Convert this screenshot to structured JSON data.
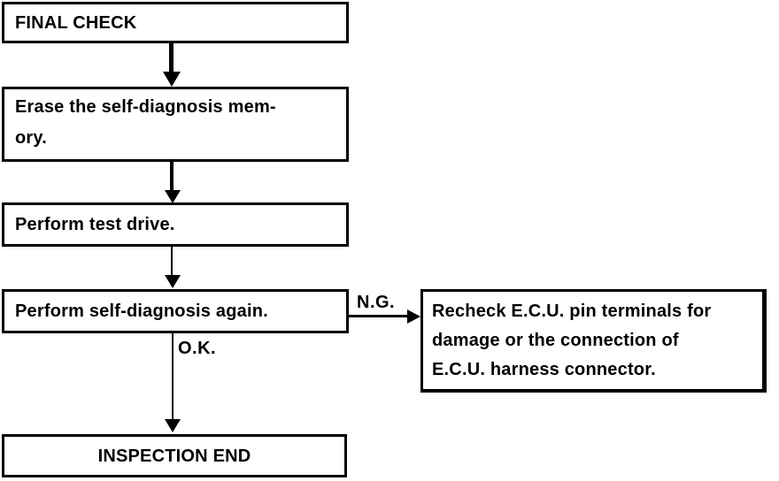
{
  "diagram": {
    "type": "flowchart",
    "background_color": "#ffffff",
    "line_color": "#000000",
    "text_color": "#000000",
    "nodes": {
      "final_check": {
        "label": "FINAL CHECK"
      },
      "erase_memory": {
        "line1": "Erase the self-diagnosis mem-",
        "line2": "ory."
      },
      "test_drive": {
        "label": "Perform test drive."
      },
      "self_diagnosis": {
        "label": "Perform self-diagnosis again."
      },
      "recheck_ecu": {
        "line1": "Recheck E.C.U. pin terminals for",
        "line2": "damage or the connection of",
        "line3": "E.C.U. harness connector."
      },
      "inspection_end": {
        "label": "INSPECTION END"
      }
    },
    "edges": {
      "ng_label": "N.G.",
      "ok_label": "O.K."
    }
  }
}
